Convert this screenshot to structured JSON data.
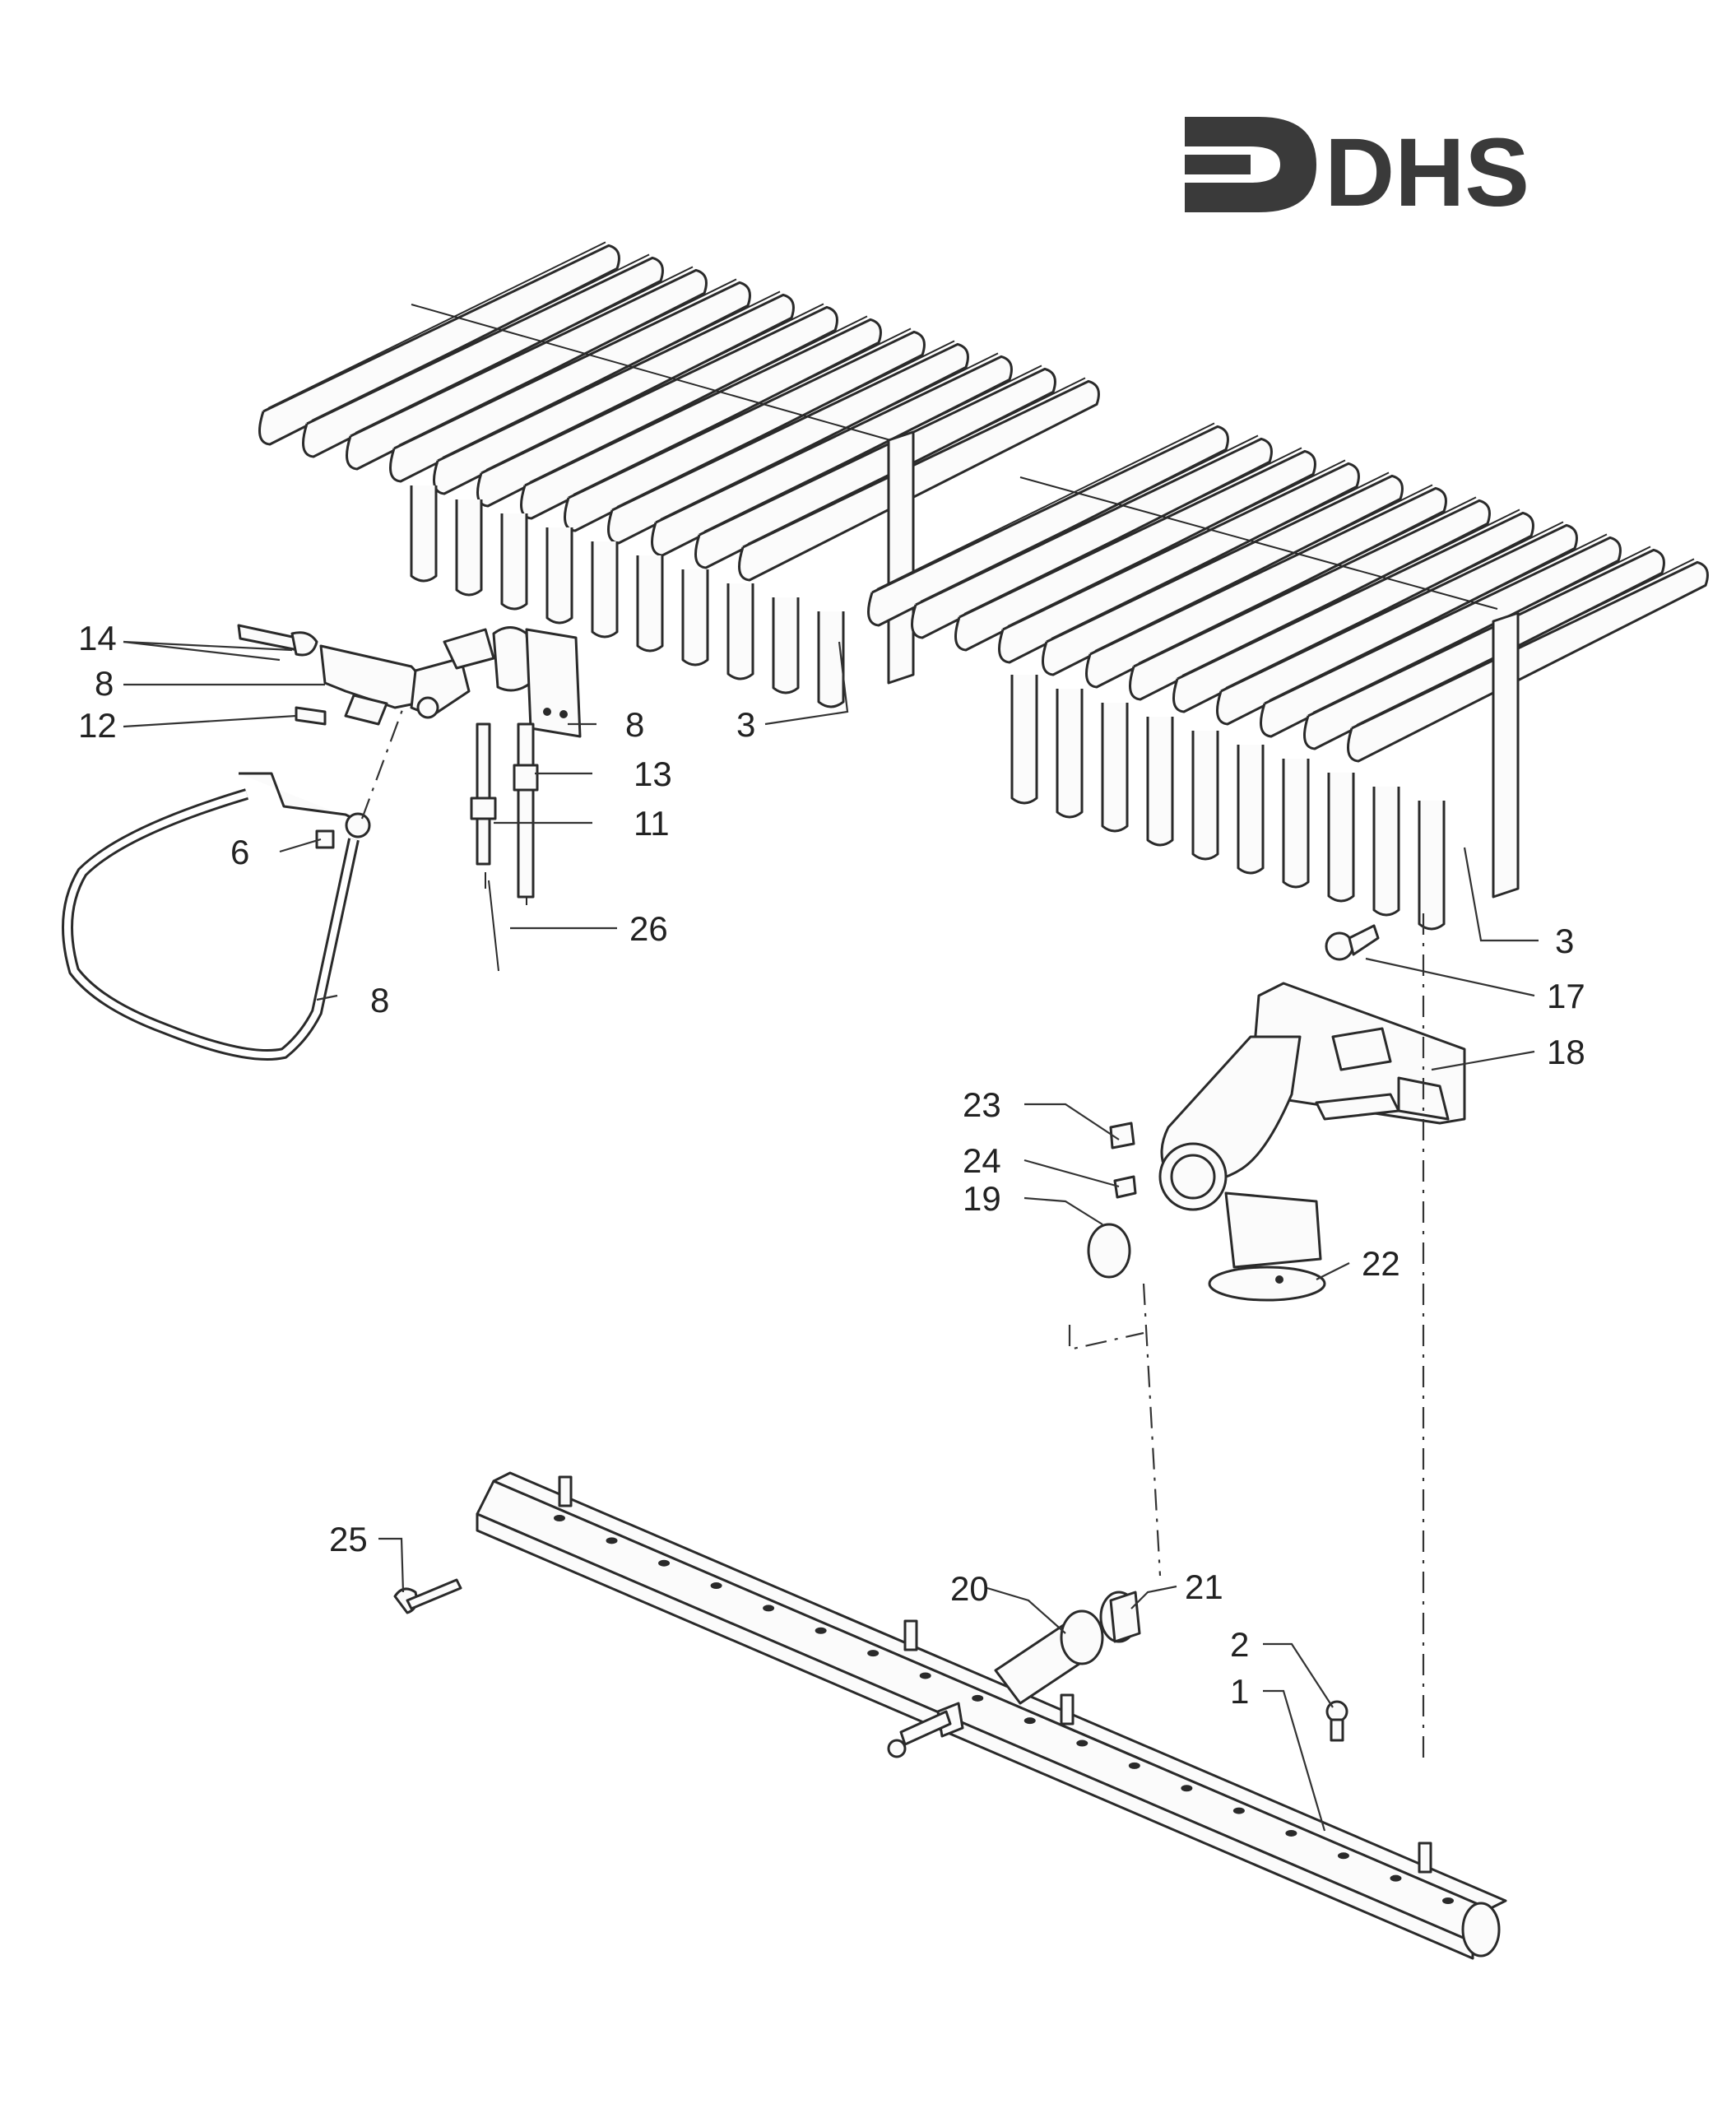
{
  "logo": {
    "text": "DHS",
    "color": "#3a3a3a"
  },
  "callouts": [
    "14",
    "8",
    "12",
    "6",
    "8",
    "8",
    "13",
    "11",
    "26",
    "3",
    "3",
    "17",
    "18",
    "23",
    "24",
    "19",
    "22",
    "25",
    "20",
    "21",
    "2",
    "1"
  ],
  "colors": {
    "ink": "#2a2a2a",
    "paper": "#ffffff"
  }
}
